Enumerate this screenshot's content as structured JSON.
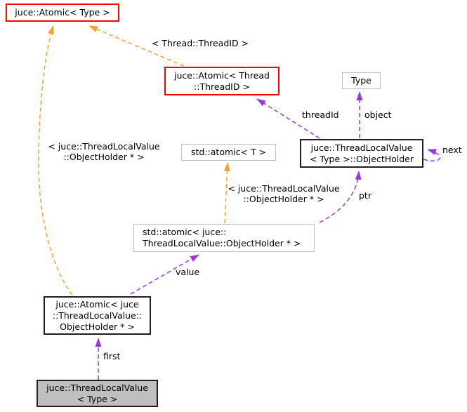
{
  "diagram": {
    "kind": "collaboration-graph",
    "nodes": {
      "atomic_type": {
        "lines": [
          "juce::Atomic< Type >"
        ]
      },
      "atomic_thread_id": {
        "lines": [
          "juce::Atomic< Thread",
          "::ThreadID >"
        ]
      },
      "type": {
        "lines": [
          "Type"
        ]
      },
      "object_holder": {
        "lines": [
          "juce::ThreadLocalValue",
          "< Type >::ObjectHolder"
        ]
      },
      "std_atomic_t": {
        "lines": [
          "std::atomic< T >"
        ]
      },
      "std_atomic_holder": {
        "lines": [
          "std::atomic< juce::",
          "ThreadLocalValue::ObjectHolder * >"
        ]
      },
      "atomic_holder": {
        "lines": [
          "juce::Atomic< juce",
          "::ThreadLocalValue::",
          "ObjectHolder * >"
        ]
      },
      "thread_local_value": {
        "lines": [
          "juce::ThreadLocalValue",
          "< Type >"
        ]
      }
    },
    "edge_labels": {
      "template_thread_id": "< Thread::ThreadID >",
      "template_holder_left_1": "< juce::ThreadLocalValue",
      "template_holder_left_2": "::ObjectHolder * >",
      "template_holder_mid_1": "< juce::ThreadLocalValue",
      "template_holder_mid_2": "::ObjectHolder * >",
      "thread_id": "threadId",
      "object": "object",
      "next": "next",
      "ptr": "ptr",
      "value": "value",
      "first": "first"
    },
    "colors": {
      "template_edge_orange": "#f9a12e",
      "usage_edge_purple": "#9c35d8",
      "highlighted_node_border_red": "#ff0000",
      "node_border_black": "#202020",
      "external_node_border_gray": "#bebebe",
      "current_node_fill_gray": "#bfbfbf"
    }
  }
}
